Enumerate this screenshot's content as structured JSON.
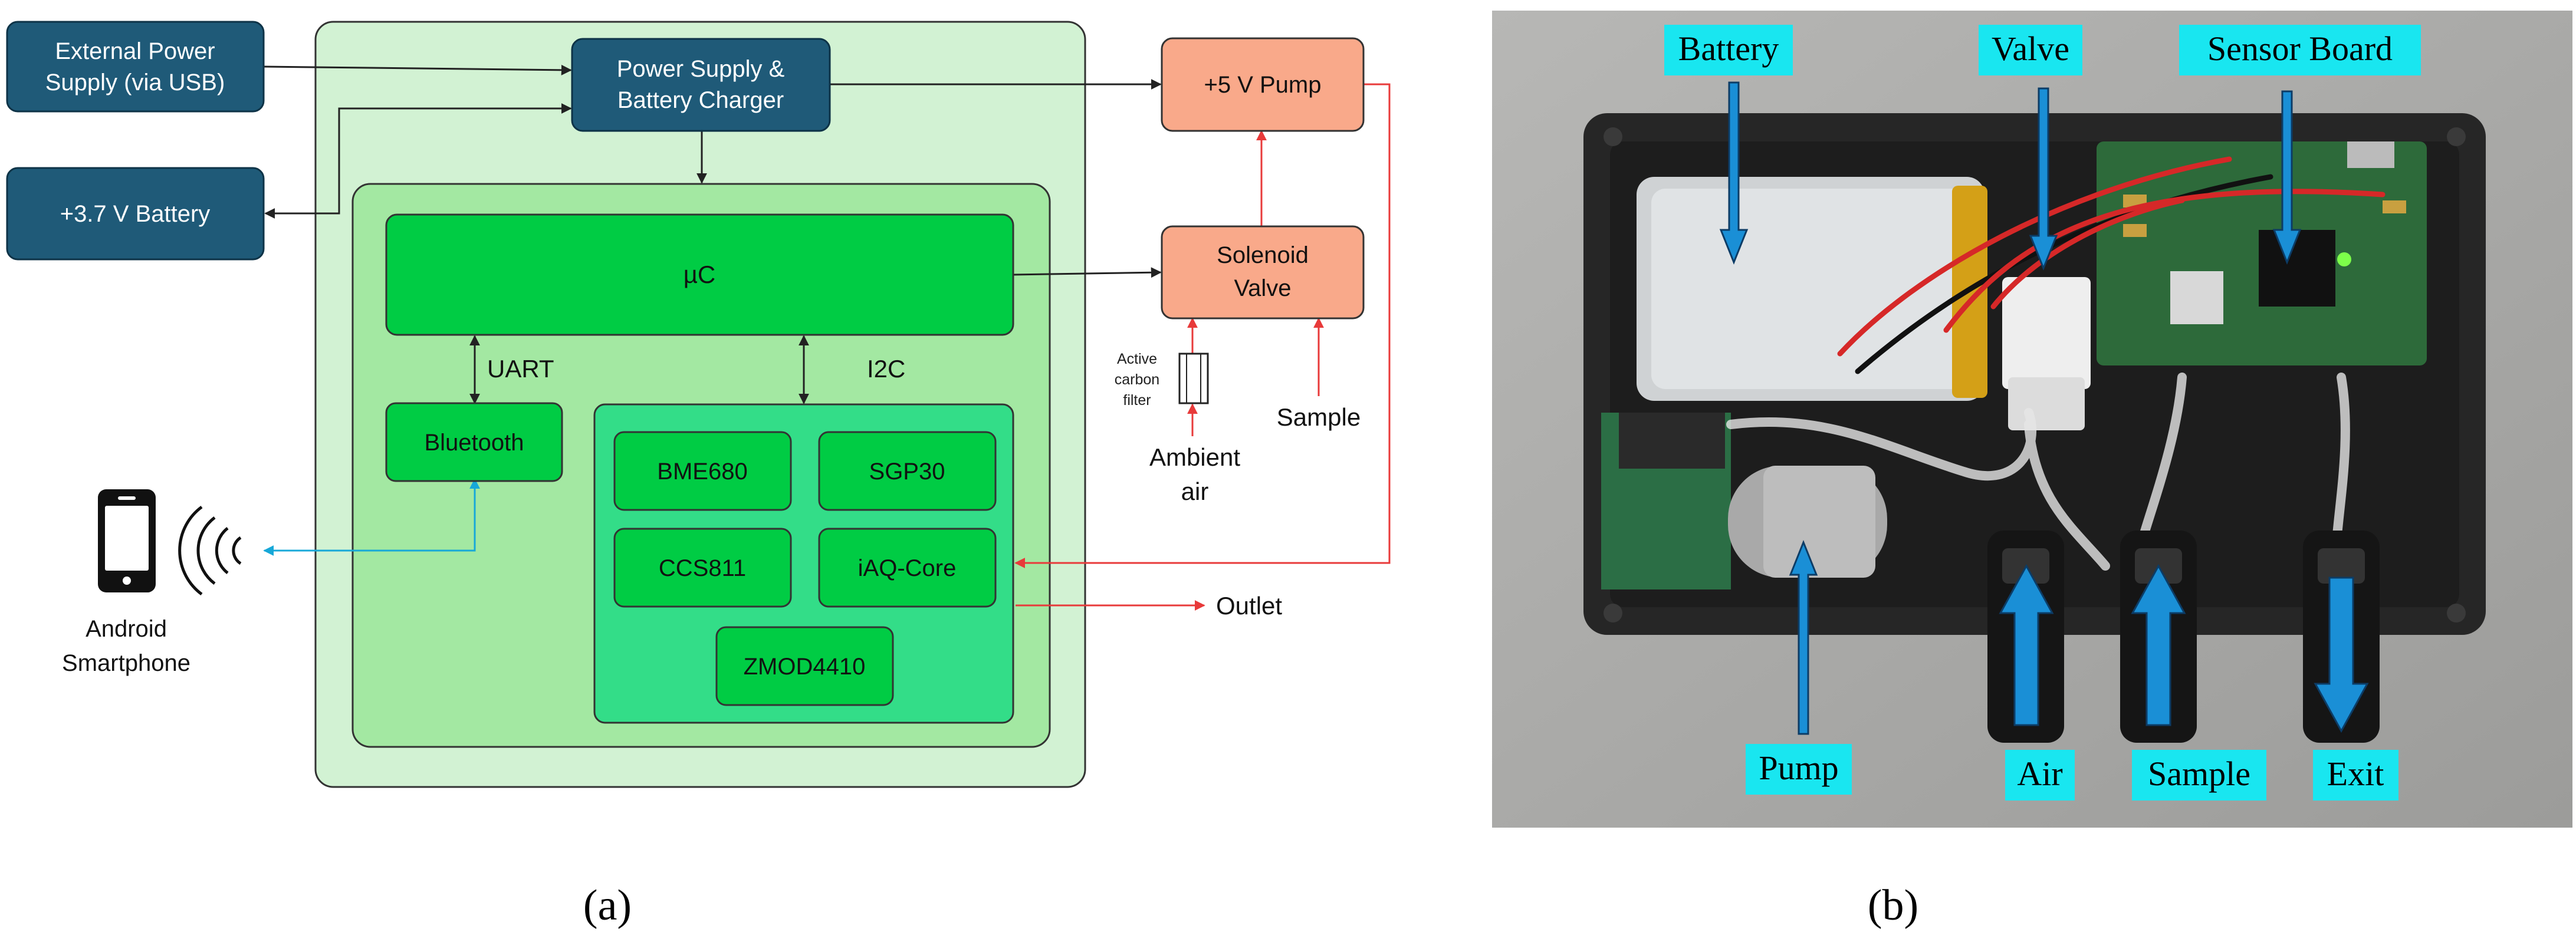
{
  "diagram": {
    "blocks": {
      "ext_power": [
        "External Power",
        "Supply (via USB)"
      ],
      "power_supply": [
        "Power Supply &",
        "Battery Charger"
      ],
      "battery": [
        "+3.7 V Battery"
      ],
      "mcu": [
        "µC"
      ],
      "bluetooth": [
        "Bluetooth"
      ],
      "bme680": [
        "BME680"
      ],
      "sgp30": [
        "SGP30"
      ],
      "ccs811": [
        "CCS811"
      ],
      "iaq_core": [
        "iAQ-Core"
      ],
      "zmod4410": [
        "ZMOD4410"
      ],
      "pump": [
        "+5 V Pump"
      ],
      "valve": [
        "Solenoid",
        "Valve"
      ]
    },
    "labels": {
      "uart": "UART",
      "i2c": "I2C",
      "filter": [
        "Active",
        "carbon",
        "filter"
      ],
      "ambient_air": [
        "Ambient",
        "air"
      ],
      "sample": "Sample",
      "outlet": "Outlet",
      "smartphone": [
        "Android",
        "Smartphone"
      ]
    },
    "colors": {
      "dark_blue": "#1f5a78",
      "orange": "#f9a98a",
      "light_green": "#d2f2d3",
      "mid_green": "#a3e8a2",
      "teal_green": "#33dd88",
      "bright_green": "#00cc44",
      "red_line": "#e83a3a",
      "blue_line": "#17a8d8"
    }
  },
  "photo": {
    "labels": {
      "battery": "Battery",
      "valve": "Valve",
      "sensor_board": "Sensor Board",
      "pump": "Pump",
      "air": "Air",
      "sample": "Sample",
      "exit": "Exit"
    },
    "colors": {
      "label_bg": "#19e6f0",
      "arrow": "#1a8fd6",
      "enclosure": "#262626",
      "background": "#a7a7a5"
    }
  },
  "captions": {
    "a": "(a)",
    "b": "(b)"
  }
}
